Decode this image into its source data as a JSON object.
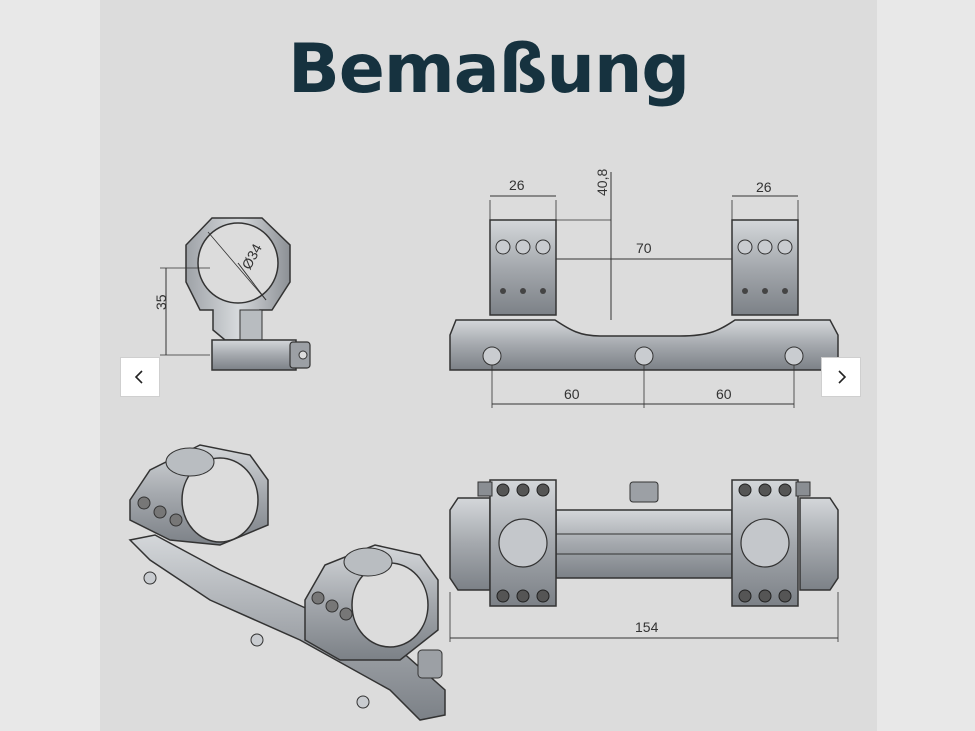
{
  "slide": {
    "title": "Bemaßung",
    "dimensions": {
      "side_ring_width_left": "26",
      "side_height": "40,8",
      "side_ring_width_right": "26",
      "side_ring_spacing": "70",
      "side_offset_left": "60",
      "side_offset_right": "60",
      "front_diameter": "Ø34",
      "front_height": "35",
      "top_total_length": "154"
    }
  },
  "nav": {
    "prev_icon": "chevron-left-icon",
    "next_icon": "chevron-right-icon"
  },
  "colors": {
    "metal": "#a9adb2",
    "metal_dark": "#6e7379",
    "title": "#16323f"
  }
}
